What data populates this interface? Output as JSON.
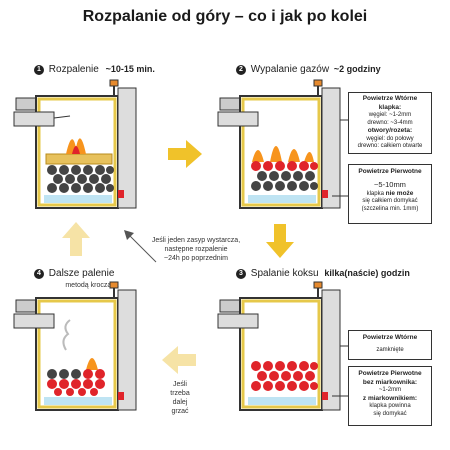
{
  "title": "Rozpalanie od góry – co i jak po kolei",
  "steps": [
    {
      "number": "1",
      "label": "Rozpalenie",
      "time": "~10-15 min."
    },
    {
      "number": "2",
      "label": "Wypalanie gazów",
      "time": "~2 godziny"
    },
    {
      "number": "3",
      "label": "Spalanie koksu",
      "time": "kilka(naście) godzin"
    },
    {
      "number": "4",
      "label": "Dalsze palenie",
      "sublabel": "metodą kroczącą"
    }
  ],
  "notes": {
    "cycle": [
      "Jeśli jeden zasyp wystarcza,",
      "następne rozpalenie",
      "~24h po poprzednim"
    ],
    "reheat": [
      "Jeśli trzeba",
      "dalej grzać"
    ]
  },
  "box2_secondary": {
    "title": "Powietrze Wtórne",
    "subtitle": "klapka:",
    "lines": [
      "węgiel: ~1-2mm",
      "drewno: ~3-4mm"
    ],
    "subtitle2": "otwory/rozeta:",
    "lines2": [
      "węgiel: do połowy",
      "drewno: całkiem otwarte"
    ]
  },
  "box2_primary": {
    "title": "Powietrze Pierwotne",
    "value": "~5-10mm",
    "line1_a": "klapka ",
    "line1_b": "nie może",
    "line2": "się całkiem domykać",
    "line3": "(szczelina min. 1mm)"
  },
  "box3_secondary": {
    "title": "Powietrze Wtórne",
    "value": "zamknięte"
  },
  "box3_primary": {
    "title": "Powietrze Pierwotne",
    "sub1": "bez miarkownika:",
    "val1": "~1-2mm",
    "sub2": "z miarkownikiem:",
    "val2": [
      "klapka powinna",
      "się domykać"
    ]
  },
  "colors": {
    "frame": "#e6c84a",
    "arrow": "#f0c22a",
    "arrow_light": "#f6e3a6",
    "coal": "#444444",
    "ember": "#e0242a",
    "flame": "#f7941d",
    "air": "#bfe4f3"
  }
}
